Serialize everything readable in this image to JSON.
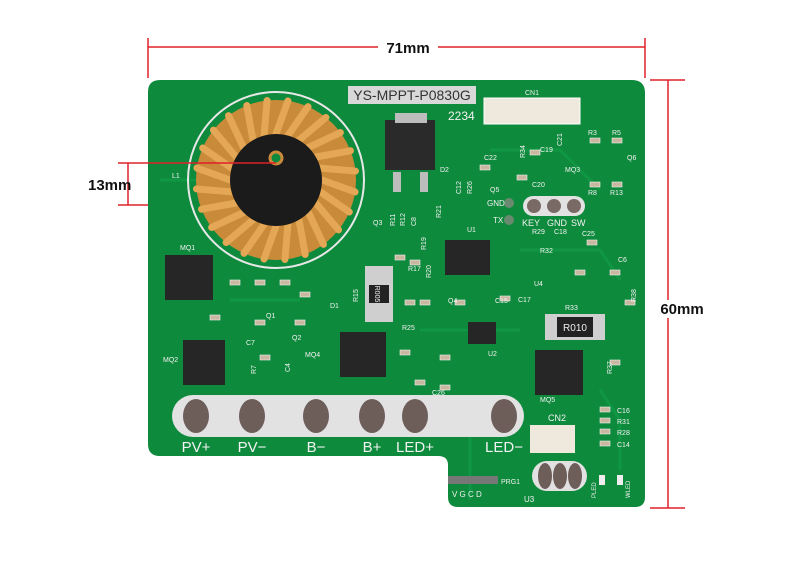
{
  "dimensions": {
    "width": "71mm",
    "height": "60mm",
    "coil_height": "13mm"
  },
  "board": {
    "model": "YS-MPPT-P0830G",
    "date_code": "2234",
    "terminals": [
      "PV+",
      "PV−",
      "B−",
      "B+",
      "LED+",
      "LED−"
    ],
    "headers": {
      "cn1": "CN1",
      "cn2": "CN2",
      "prg": "PRG1",
      "prg_pins": "V G C D",
      "u3": "U3"
    },
    "pads": [
      "KEY",
      "GND",
      "SW"
    ],
    "test_points": [
      "GND",
      "TX"
    ],
    "resistor_marks": [
      "R005",
      "R010"
    ],
    "refs": [
      "L1",
      "MQ1",
      "MQ2",
      "MQ4",
      "MQ5",
      "MQ3",
      "D2",
      "D1",
      "Q1",
      "Q2",
      "Q3",
      "Q4",
      "Q5",
      "Q6",
      "U1",
      "U2",
      "U4",
      "R33",
      "R3",
      "R5",
      "R8",
      "R13",
      "C19",
      "C20",
      "C21",
      "C22",
      "R34",
      "C12",
      "R26",
      "R21",
      "C16",
      "R31",
      "R28",
      "C14",
      "C26",
      "C7",
      "C4",
      "R7",
      "R25",
      "R15",
      "R17",
      "R20",
      "C15",
      "C17",
      "C18",
      "C25",
      "C6",
      "R29",
      "R32",
      "R38",
      "R37",
      "R19",
      "R11",
      "R12",
      "C8"
    ],
    "led_labels": [
      "PLED",
      "WLED"
    ]
  },
  "colors": {
    "dimension_line": "#e0202a",
    "pcb": "#0e8a3c",
    "silk": "#f2f2f2"
  }
}
